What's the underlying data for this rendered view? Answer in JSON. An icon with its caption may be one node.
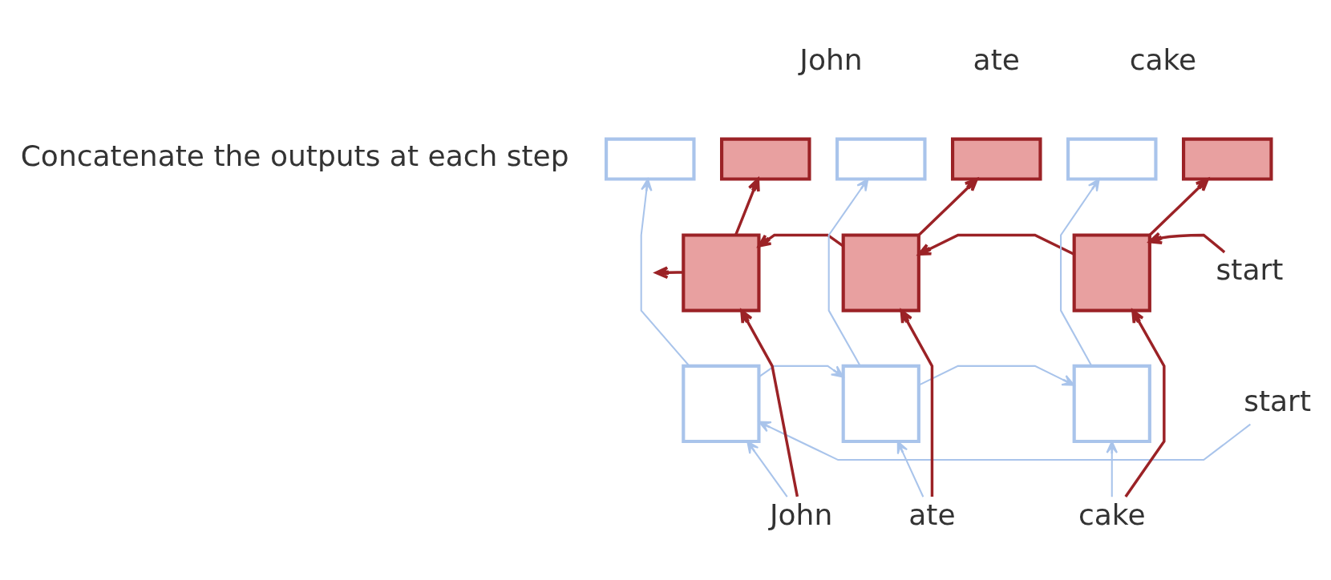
{
  "diagram": {
    "nodes": [
      {
        "text": [],
        "shape": "box"
      },
      {
        "text": [],
        "shape": "box"
      },
      {
        "text": [],
        "shape": "box"
      },
      {
        "text": [],
        "shape": "box"
      },
      {
        "text": [],
        "shape": "box"
      },
      {
        "text": [],
        "shape": "box"
      },
      {
        "text": [],
        "shape": "box"
      },
      {
        "text": [],
        "shape": "box"
      },
      {
        "text": [],
        "shape": "box"
      },
      {
        "text": [
          "start"
        ]
      },
      {
        "text": [],
        "shape": "box"
      },
      {
        "text": [],
        "shape": "box"
      },
      {
        "text": [],
        "shape": "box"
      },
      {
        "text": [
          "start"
        ]
      },
      {
        "text": [
          "John"
        ]
      },
      {
        "text": [
          "ate"
        ]
      },
      {
        "text": [
          "cake"
        ]
      }
    ],
    "edges": [
      {
        "from": 13,
        "to": 8,
        "arrow": "to"
      },
      {
        "from": 8,
        "to": 7,
        "arrow": "to"
      },
      {
        "from": 7,
        "to": 6,
        "arrow": "to"
      },
      {
        "from": 6,
        "to": null,
        "arrow": "to"
      },
      {
        "from": 6,
        "to": 1,
        "arrow": "to"
      },
      {
        "from": 7,
        "to": 3,
        "arrow": "to"
      },
      {
        "from": 8,
        "to": 5,
        "arrow": "to"
      },
      {
        "from": 14,
        "to": 6,
        "arrow": "to"
      },
      {
        "from": 15,
        "to": 7,
        "arrow": "to"
      },
      {
        "from": 16,
        "to": 8,
        "arrow": "to"
      },
      {
        "from": 9,
        "to": 10,
        "arrow": "to",
        "color": "#a9c4eb"
      },
      {
        "from": 10,
        "to": 11,
        "arrow": "to",
        "color": "#a9c4eb"
      },
      {
        "from": 11,
        "to": 12,
        "arrow": "to",
        "color": "#a9c4eb"
      },
      {
        "from": 14,
        "to": 10,
        "arrow": "to",
        "color": "#a9c4eb"
      },
      {
        "from": 15,
        "to": 11,
        "arrow": "to",
        "color": "#a9c4eb"
      },
      {
        "from": 16,
        "to": 12,
        "arrow": "to",
        "color": "#a9c4eb"
      },
      {
        "from": 10,
        "to": 0,
        "arrow": "to",
        "color": "#a9c4eb"
      },
      {
        "from": 11,
        "to": 2,
        "arrow": "to",
        "color": "#a9c4eb"
      },
      {
        "from": 12,
        "to": 4,
        "arrow": "to",
        "color": "#a9c4eb"
      }
    ],
    "labels": [
      "John",
      "ate",
      "cake",
      "Concatenate the outputs at each step"
    ]
  }
}
